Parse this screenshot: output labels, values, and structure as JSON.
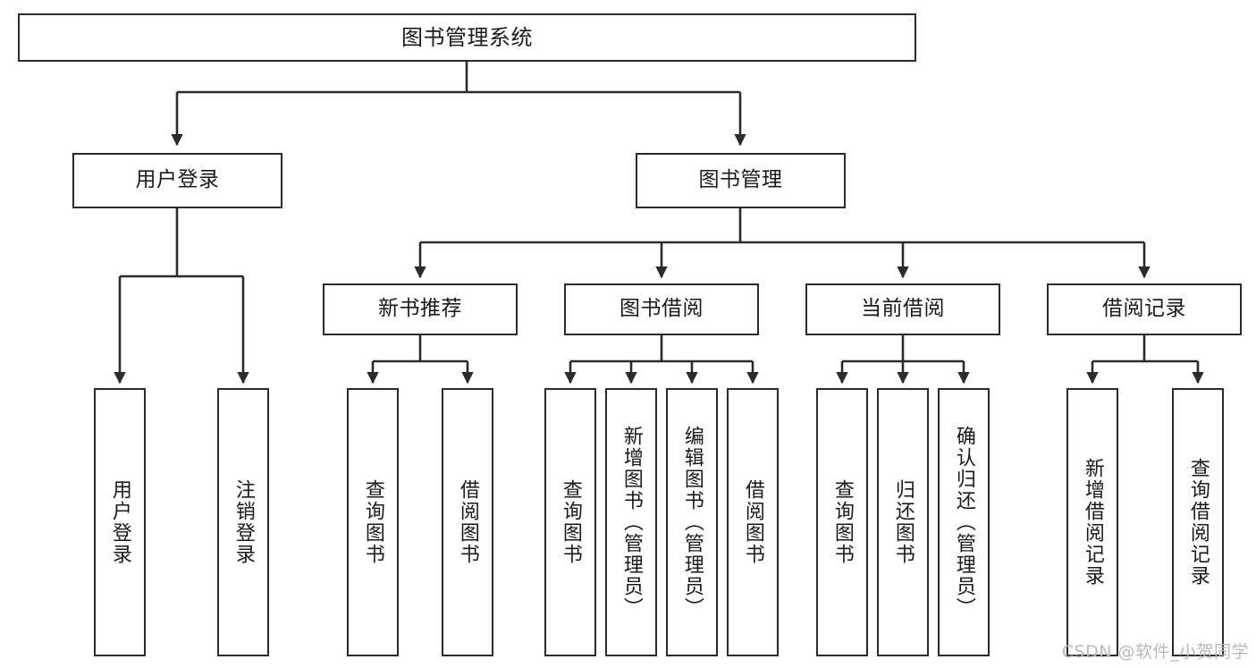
{
  "diagram": {
    "title": "图书管理系统",
    "type": "tree-hierarchy-chart",
    "line_color": "#2b2b2b",
    "box_fill": "#ffffff",
    "text_color": "#1a1a1a"
  },
  "root": {
    "label": "图书管理系统"
  },
  "level1": [
    {
      "label": "用户登录"
    },
    {
      "label": "图书管理"
    }
  ],
  "level2": [
    {
      "label": "新书推荐"
    },
    {
      "label": "图书借阅"
    },
    {
      "label": "当前借阅"
    },
    {
      "label": "借阅记录"
    }
  ],
  "leaves": {
    "user_login": [
      {
        "label": "用户登录"
      },
      {
        "label": "注销登录"
      }
    ],
    "new_book_recommend": [
      {
        "label": "查询图书"
      },
      {
        "label": "借阅图书"
      }
    ],
    "book_borrow": [
      {
        "label": "查询图书"
      },
      {
        "label": "新增图书（管理员）"
      },
      {
        "label": "编辑图书（管理员）"
      },
      {
        "label": "借阅图书"
      }
    ],
    "current_borrow": [
      {
        "label": "查询图书"
      },
      {
        "label": "归还图书"
      },
      {
        "label": "确认归还（管理员）"
      }
    ],
    "borrow_record": [
      {
        "label": "新增借阅记录"
      },
      {
        "label": "查询借阅记录"
      }
    ]
  },
  "watermark": {
    "text": "CSDN @软件_小贺同学"
  }
}
